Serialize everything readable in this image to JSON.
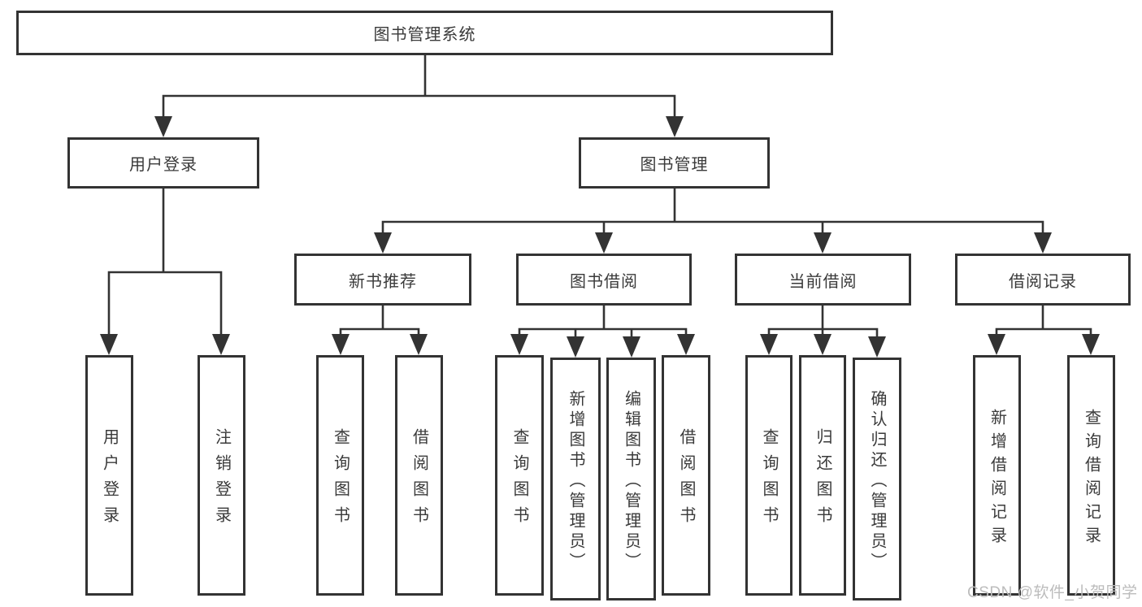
{
  "colors": {
    "line": "#333333",
    "text": "#3a3a3a",
    "background": "#ffffff",
    "watermark": "#bcbcbc"
  },
  "tree": {
    "label": "图书管理系统",
    "children": [
      {
        "label": "用户登录",
        "children": [
          {
            "label": "用户登录"
          },
          {
            "label": "注销登录"
          }
        ]
      },
      {
        "label": "图书管理",
        "children": [
          {
            "label": "新书推荐",
            "children": [
              {
                "label": "查询图书"
              },
              {
                "label": "借阅图书"
              }
            ]
          },
          {
            "label": "图书借阅",
            "children": [
              {
                "label": "查询图书"
              },
              {
                "label": "新增图书（管理员）"
              },
              {
                "label": "编辑图书（管理员）"
              },
              {
                "label": "借阅图书"
              }
            ]
          },
          {
            "label": "当前借阅",
            "children": [
              {
                "label": "查询图书"
              },
              {
                "label": "归还图书"
              },
              {
                "label": "确认归还（管理员）"
              }
            ]
          },
          {
            "label": "借阅记录",
            "children": [
              {
                "label": "新增借阅记录"
              },
              {
                "label": "查询借阅记录"
              }
            ]
          }
        ]
      }
    ]
  },
  "watermark": "CSDN @软件_小贺同学"
}
